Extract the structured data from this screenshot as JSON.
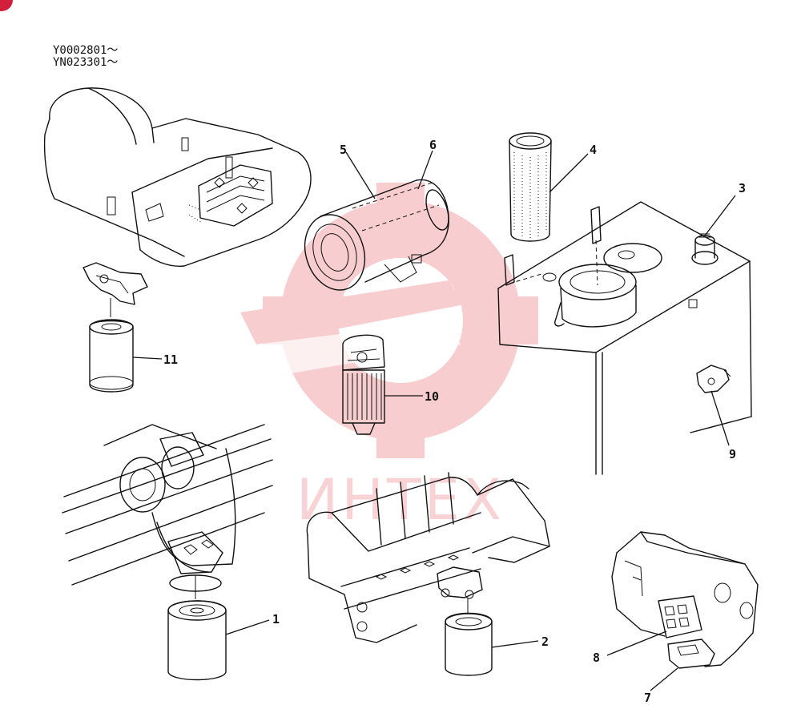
{
  "header": {
    "serial_lines": [
      "Y0002801～",
      "YN023301～"
    ]
  },
  "watermark": {
    "text": "ИНТЕХ",
    "color": "#e8505b"
  },
  "colors": {
    "line": "#111111",
    "badge": "#d21f3c"
  },
  "callouts": [
    {
      "id": "1",
      "label": "1"
    },
    {
      "id": "2",
      "label": "2"
    },
    {
      "id": "3",
      "label": "3"
    },
    {
      "id": "4",
      "label": "4"
    },
    {
      "id": "5",
      "label": "5"
    },
    {
      "id": "6",
      "label": "6"
    },
    {
      "id": "7",
      "label": "7"
    },
    {
      "id": "8",
      "label": "8"
    },
    {
      "id": "9",
      "label": "9"
    },
    {
      "id": "10",
      "label": "10"
    },
    {
      "id": "11",
      "label": "11"
    }
  ]
}
